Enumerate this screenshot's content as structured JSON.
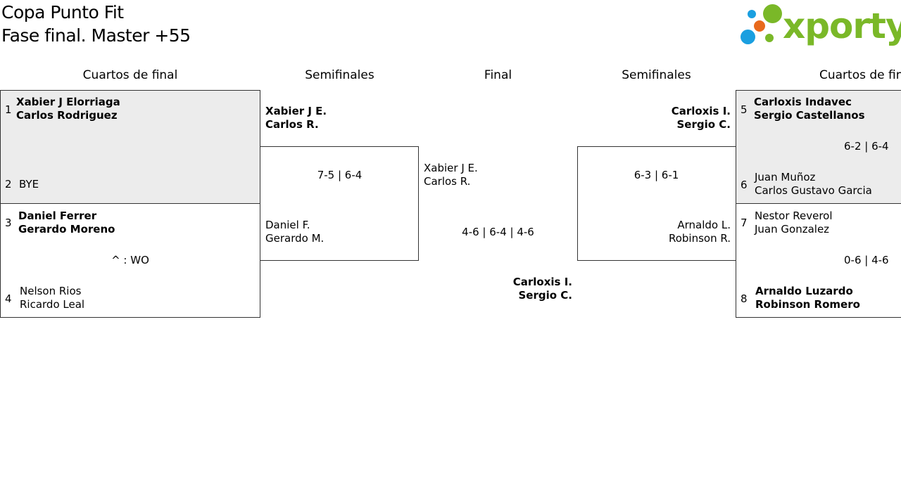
{
  "header": {
    "title_line1": "Copa Punto Fit",
    "title_line2": "Fase final. Master +55",
    "logo_text": "xporty",
    "logo_colors": {
      "green": "#7ab828",
      "orange": "#e8691c",
      "blue": "#1a9fe0"
    }
  },
  "rounds": {
    "left_qf": "Cuartos de final",
    "left_sf": "Semifinales",
    "final": "Final",
    "right_sf": "Semifinales",
    "right_qf": "Cuartos de final"
  },
  "left_qf": {
    "m1": {
      "top": {
        "seed": "1",
        "p1": "Xabier J Elorriaga",
        "p2": "Carlos Rodriguez"
      },
      "bottom": {
        "seed": "2",
        "p1": "BYE"
      }
    },
    "m2": {
      "top": {
        "seed": "3",
        "p1": "Daniel Ferrer",
        "p2": "Gerardo Moreno"
      },
      "score": "^ : WO",
      "bottom": {
        "seed": "4",
        "p1": "Nelson Rios",
        "p2": "Ricardo Leal"
      }
    }
  },
  "left_sf": {
    "top": {
      "p1": "Xabier J E.",
      "p2": "Carlos R."
    },
    "score": "7-5 | 6-4",
    "bottom": {
      "p1": "Daniel F.",
      "p2": "Gerardo M."
    }
  },
  "final": {
    "top": {
      "p1": "Xabier J E.",
      "p2": "Carlos R."
    },
    "score": "4-6 | 6-4 | 4-6",
    "bottom": {
      "p1": "Carloxis I.",
      "p2": "Sergio C."
    }
  },
  "right_sf": {
    "top": {
      "p1": "Carloxis I.",
      "p2": "Sergio C."
    },
    "score": "6-3 | 6-1",
    "bottom": {
      "p1": "Arnaldo L.",
      "p2": "Robinson R."
    }
  },
  "right_qf": {
    "m1": {
      "top": {
        "seed": "5",
        "p1": "Carloxis Indavec",
        "p2": "Sergio Castellanos"
      },
      "score": "6-2 | 6-4",
      "bottom": {
        "seed": "6",
        "p1": "Juan Muñoz",
        "p2": "Carlos Gustavo Garcia"
      }
    },
    "m2": {
      "top": {
        "seed": "7",
        "p1": "Nestor Reverol",
        "p2": "Juan Gonzalez"
      },
      "score": "0-6 | 4-6",
      "bottom": {
        "seed": "8",
        "p1": "Arnaldo Luzardo",
        "p2": "Robinson Romero"
      }
    }
  }
}
